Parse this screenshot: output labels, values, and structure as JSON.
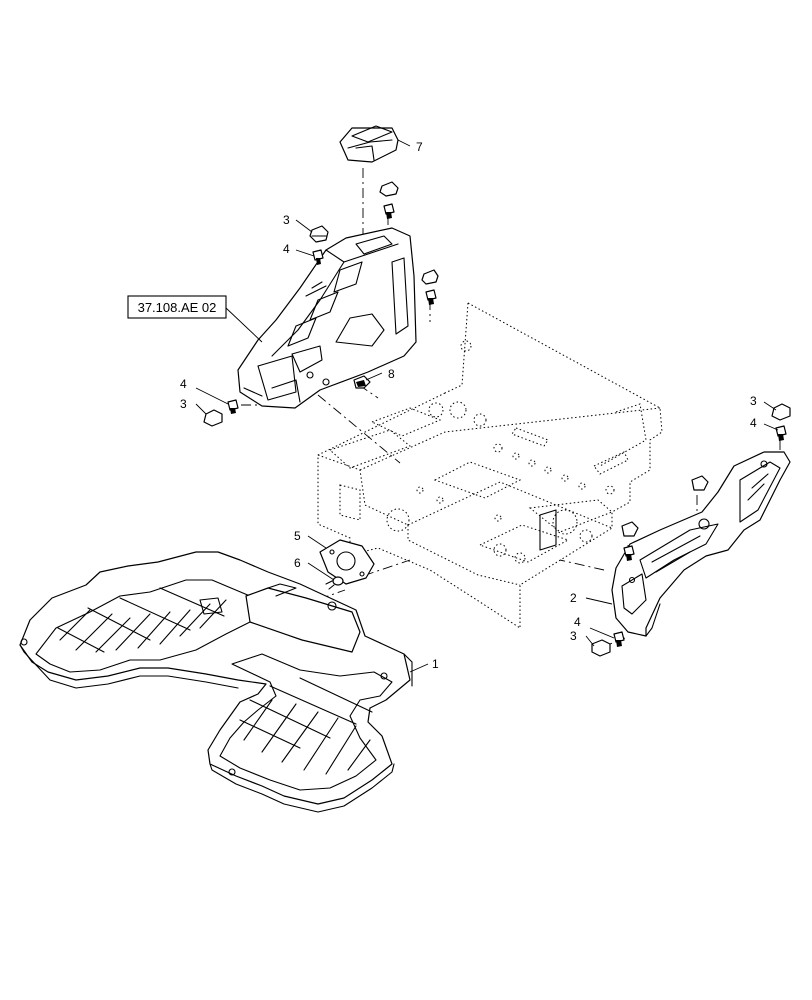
{
  "reference_label": "37.108.AE 02",
  "callouts": {
    "c1": "1",
    "c2": "2",
    "c3_top": "3",
    "c4_top": "4",
    "c4_left": "4",
    "c3_left": "3",
    "c5": "5",
    "c6": "6",
    "c7": "7",
    "c8": "8",
    "c3_right_top": "3",
    "c4_right_top": "4",
    "c4_right_bottom": "4",
    "c3_right_bottom": "3"
  },
  "colors": {
    "line": "#000000",
    "background": "#ffffff"
  }
}
